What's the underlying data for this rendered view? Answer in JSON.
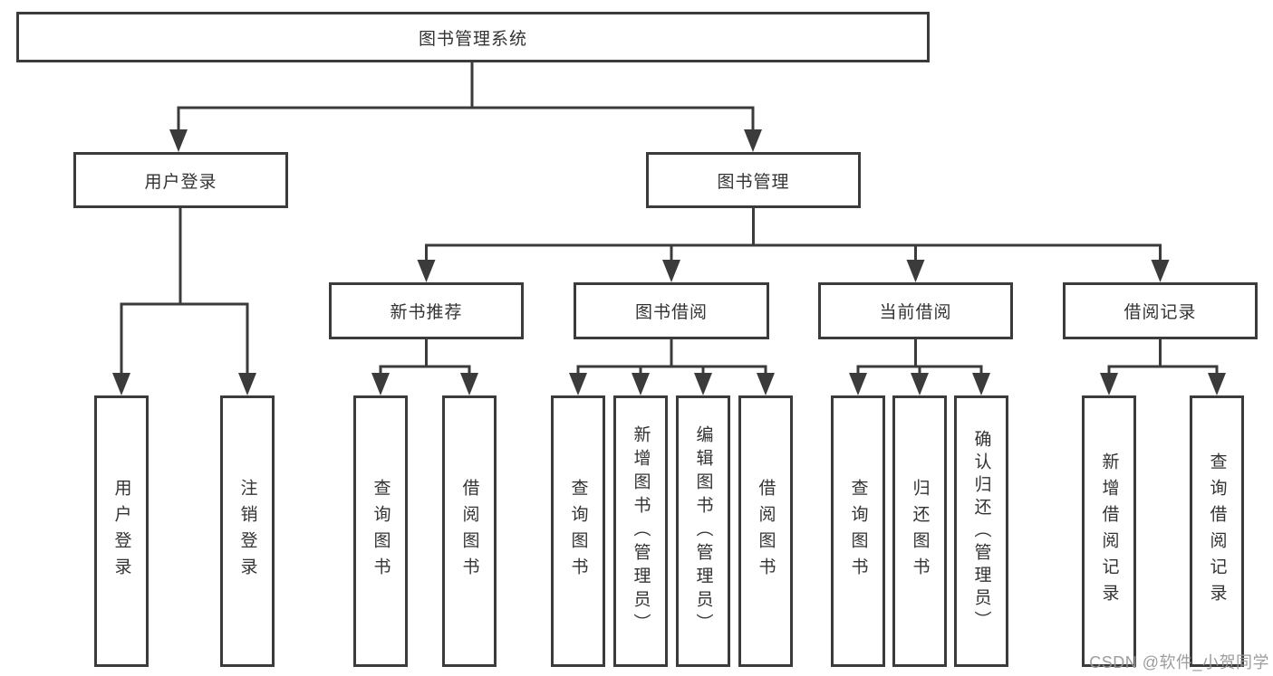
{
  "diagram": {
    "title": "图书管理系统",
    "colors": {
      "line": "#3b3b3b",
      "box_border": "#3b3b3b",
      "text": "#333333",
      "watermark_text": "#989898",
      "background": "#ffffff"
    },
    "nodes": {
      "root": {
        "label": "图书管理系统"
      },
      "level1": [
        {
          "label": "用户登录"
        },
        {
          "label": "图书管理"
        }
      ],
      "level2": [
        {
          "label": "新书推荐"
        },
        {
          "label": "图书借阅"
        },
        {
          "label": "当前借阅"
        },
        {
          "label": "借阅记录"
        }
      ],
      "leaves": [
        {
          "label": "用户登录",
          "parent": "用户登录"
        },
        {
          "label": "注销登录",
          "parent": "用户登录"
        },
        {
          "label": "查询图书",
          "parent": "新书推荐"
        },
        {
          "label": "借阅图书",
          "parent": "新书推荐"
        },
        {
          "label": "查询图书",
          "parent": "图书借阅"
        },
        {
          "label": "新增图书（管理员）",
          "parent": "图书借阅"
        },
        {
          "label": "编辑图书（管理员）",
          "parent": "图书借阅"
        },
        {
          "label": "借阅图书",
          "parent": "图书借阅"
        },
        {
          "label": "查询图书",
          "parent": "当前借阅"
        },
        {
          "label": "归还图书",
          "parent": "当前借阅"
        },
        {
          "label": "确认归还（管理员）",
          "parent": "当前借阅"
        },
        {
          "label": "新增借阅记录",
          "parent": "借阅记录"
        },
        {
          "label": "查询借阅记录",
          "parent": "借阅记录"
        }
      ]
    },
    "watermark": {
      "text": "CSDN @软件_小贺同学"
    }
  }
}
